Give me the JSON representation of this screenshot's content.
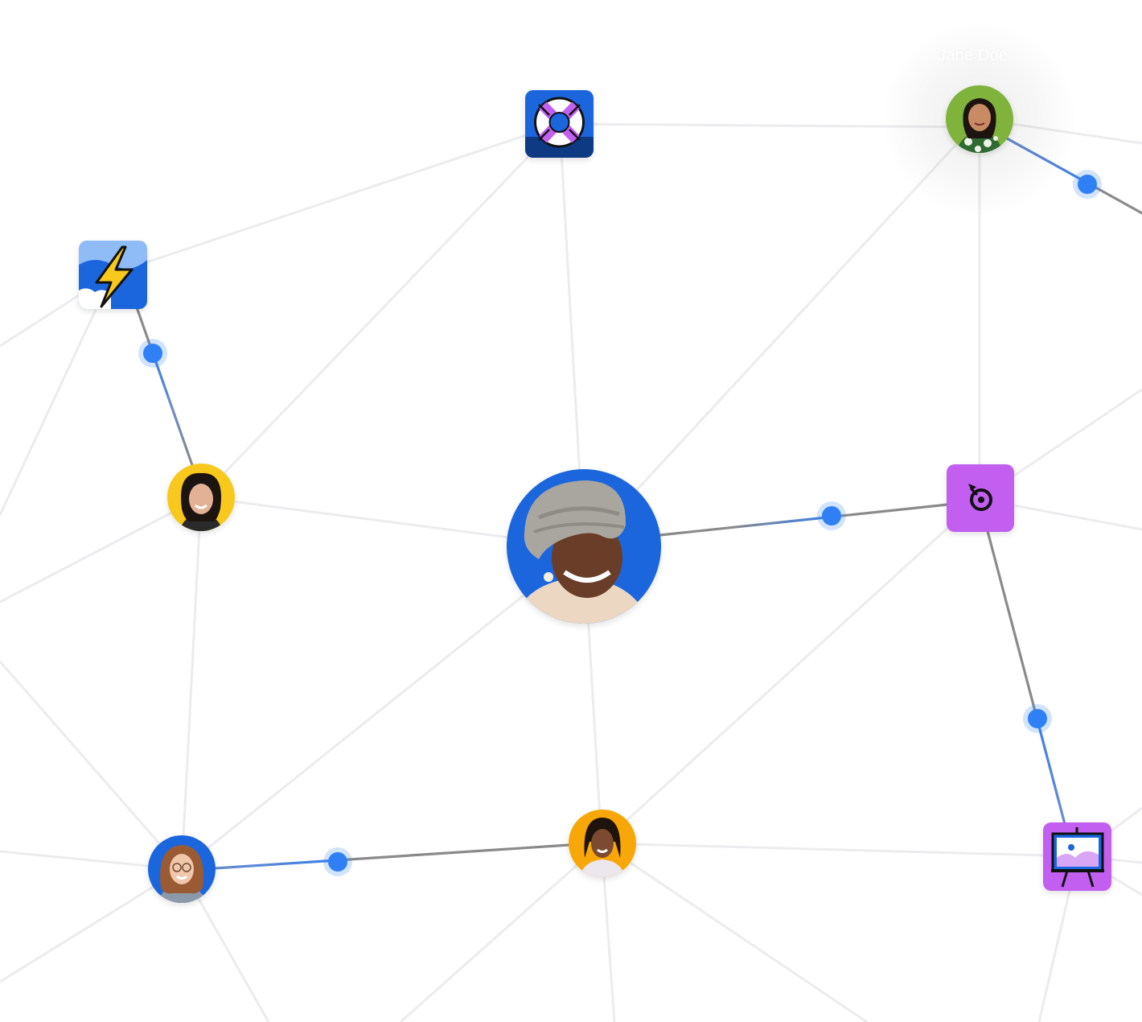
{
  "hover_label": {
    "text": "Jane Doe"
  },
  "colors": {
    "faint_edge": "#ececee",
    "flow_edge_gray": "#8a8a8a",
    "flow_edge_blue": "#3d7fe6",
    "pulse_dot": "#2f80f5",
    "brand_blue": "#1b66dd",
    "app_purple": "#c25ff0",
    "avatar_yellow": "#f8c81d",
    "avatar_green": "#7fb33c",
    "avatar_orange": "#f7a707"
  },
  "nodes": [
    {
      "id": "app-lifebuoy",
      "kind": "app",
      "icon": "lifebuoy-icon"
    },
    {
      "id": "app-lightning",
      "kind": "app",
      "icon": "lightning-icon"
    },
    {
      "id": "app-target",
      "kind": "app",
      "icon": "target-icon"
    },
    {
      "id": "app-easel",
      "kind": "app",
      "icon": "easel-icon"
    },
    {
      "id": "person-jane-doe",
      "kind": "person",
      "icon": "avatar-green"
    },
    {
      "id": "person-yellow",
      "kind": "person",
      "icon": "avatar-yellow"
    },
    {
      "id": "person-center",
      "kind": "person",
      "icon": "avatar-blue-large"
    },
    {
      "id": "person-orange",
      "kind": "person",
      "icon": "avatar-orange"
    },
    {
      "id": "person-blue-small",
      "kind": "person",
      "icon": "avatar-blue-small"
    }
  ],
  "active_connections": [
    {
      "from": "app-lightning",
      "to": "person-yellow"
    },
    {
      "from": "person-center",
      "to": "app-target"
    },
    {
      "from": "app-target",
      "to": "app-easel"
    },
    {
      "from": "person-blue-small",
      "to": "person-orange"
    },
    {
      "from": "person-jane-doe",
      "to": "off-canvas-right"
    }
  ]
}
